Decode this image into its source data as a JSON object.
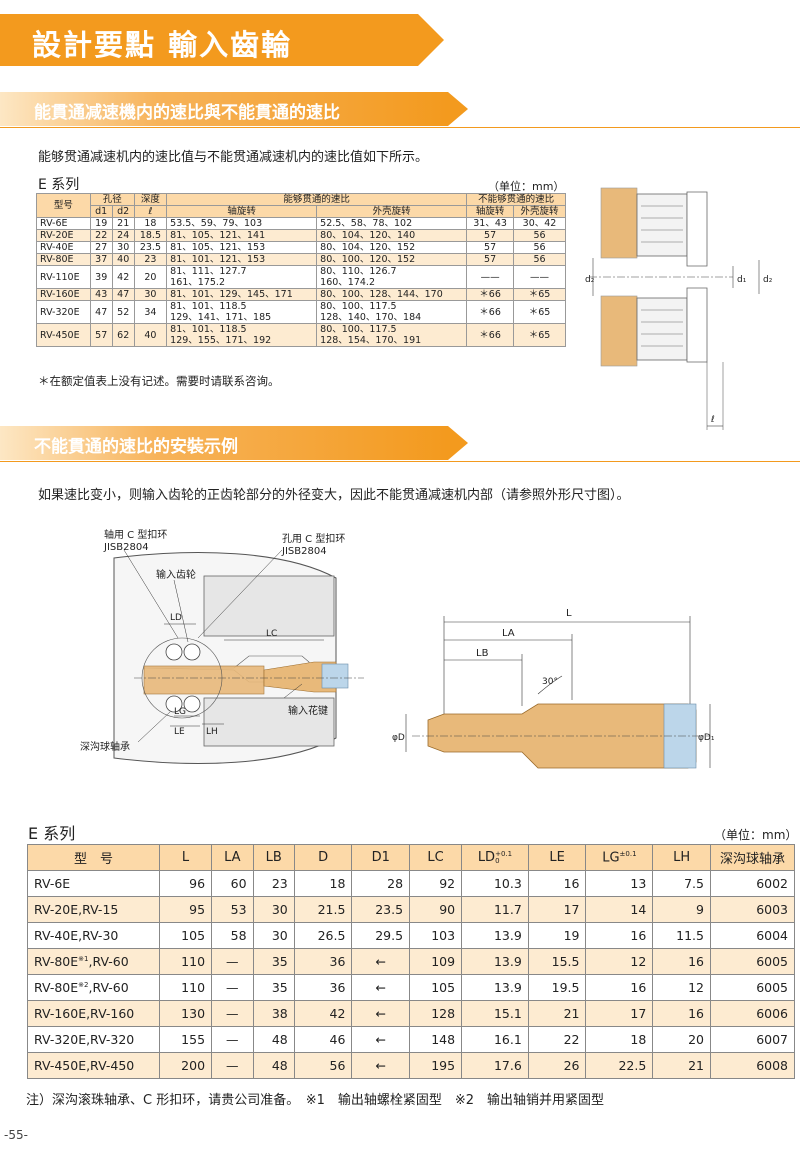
{
  "page": {
    "title": "設計要點 輸入齒輪",
    "page_number": "-55-"
  },
  "section1": {
    "heading": "能貫通减速機内的速比與不能貫通的速比",
    "intro": "能够贯通减速机内的速比值与不能贯通减速机内的速比值如下所示。",
    "series_label": "E 系列",
    "unit": "（单位：mm）",
    "table": {
      "h_model": "型号",
      "h_bore": "孔径",
      "h_depth": "深度",
      "h_through": "能够贯通的速比",
      "h_nonthrough": "不能够贯通的速比",
      "h_d1": "d1",
      "h_d2": "d2",
      "h_l": "ℓ",
      "h_shaft_rot": "轴旋转",
      "h_case_rot": "外壳旋转",
      "h_shaft_rot2": "轴旋转",
      "h_case_rot2": "外壳旋转",
      "rows": [
        {
          "model": "RV-6E",
          "d1": "19",
          "d2": "21",
          "l": "18",
          "t_shaft": "53.5、59、79、103",
          "t_case": "52.5、58、78、102",
          "n_shaft": "31、43",
          "n_case": "30、42"
        },
        {
          "model": "RV-20E",
          "d1": "22",
          "d2": "24",
          "l": "18.5",
          "t_shaft": "81、105、121、141",
          "t_case": "80、104、120、140",
          "n_shaft": "57",
          "n_case": "56"
        },
        {
          "model": "RV-40E",
          "d1": "27",
          "d2": "30",
          "l": "23.5",
          "t_shaft": "81、105、121、153",
          "t_case": "80、104、120、152",
          "n_shaft": "57",
          "n_case": "56"
        },
        {
          "model": "RV-80E",
          "d1": "37",
          "d2": "40",
          "l": "23",
          "t_shaft": "81、101、121、153",
          "t_case": "80、100、120、152",
          "n_shaft": "57",
          "n_case": "56"
        },
        {
          "model": "RV-110E",
          "d1": "39",
          "d2": "42",
          "l": "20",
          "t_shaft": "81、111、127.7",
          "t_shaft2": "161、175.2",
          "t_case": "80、110、126.7",
          "t_case2": "160、174.2",
          "n_shaft": "——",
          "n_case": "——"
        },
        {
          "model": "RV-160E",
          "d1": "43",
          "d2": "47",
          "l": "30",
          "t_shaft": "81、101、129、145、171",
          "t_case": "80、100、128、144、170",
          "n_shaft": "＊66",
          "n_case": "＊65"
        },
        {
          "model": "RV-320E",
          "d1": "47",
          "d2": "52",
          "l": "34",
          "t_shaft": "81、101、118.5",
          "t_shaft2": "129、141、171、185",
          "t_case": "80、100、117.5",
          "t_case2": "128、140、170、184",
          "n_shaft": "＊66",
          "n_case": "＊65"
        },
        {
          "model": "RV-450E",
          "d1": "57",
          "d2": "62",
          "l": "40",
          "t_shaft": "81、101、118.5",
          "t_shaft2": "129、155、171、192",
          "t_case": "80、100、117.5",
          "t_case2": "128、154、170、191",
          "n_shaft": "＊66",
          "n_case": "＊65"
        }
      ]
    },
    "footnote": "＊在额定值表上没有记述。需要时请联系咨询。",
    "diagram_labels": {
      "d2": "d₂",
      "d1": "d₁",
      "d2b": "d₂",
      "l": "ℓ"
    }
  },
  "section2": {
    "heading": "不能貫通的速比的安裝示例",
    "intro": "如果速比变小，则输入齿轮的正齿轮部分的外径变大，因此不能贯通减速机内部（请参照外形尺寸图）。",
    "assembly_labels": {
      "snap_shaft": "轴用 C 型扣环",
      "jis1": "JISB2804",
      "snap_hole": "孔用 C 型扣环",
      "jis2": "JISB2804",
      "input_gear": "输入齿轮",
      "ld": "LD",
      "lc": "LC",
      "lg": "LG",
      "le": "LE",
      "lh": "LH",
      "spline": "输入花键",
      "bearing": "深沟球轴承"
    },
    "gear_labels": {
      "L": "L",
      "LA": "LA",
      "LB": "LB",
      "angle": "30°",
      "D": "φD",
      "D1": "φD₁"
    }
  },
  "section3": {
    "series_label": "E 系列",
    "unit": "（单位：mm）",
    "headers": {
      "model": "型　号",
      "L": "L",
      "LA": "LA",
      "LB": "LB",
      "D": "D",
      "D1": "D1",
      "LC": "LC",
      "LD": "LD",
      "LD_tol_plus": "+0.1",
      "LD_tol_minus": "0",
      "LE": "LE",
      "LG": "LG",
      "LG_tol": "±0.1",
      "LH": "LH",
      "bearing": "深沟球轴承"
    },
    "rows": [
      {
        "model": "RV-6E",
        "mark": "",
        "model2": "",
        "L": "96",
        "LA": "60",
        "LB": "23",
        "D": "18",
        "D1": "28",
        "LC": "92",
        "LD": "10.3",
        "LE": "16",
        "LG": "13",
        "LH": "7.5",
        "bearing": "6002"
      },
      {
        "model": "RV-20E,RV-15",
        "mark": "",
        "model2": "",
        "L": "95",
        "LA": "53",
        "LB": "30",
        "D": "21.5",
        "D1": "23.5",
        "LC": "90",
        "LD": "11.7",
        "LE": "17",
        "LG": "14",
        "LH": "9",
        "bearing": "6003"
      },
      {
        "model": "RV-40E,RV-30",
        "mark": "",
        "model2": "",
        "L": "105",
        "LA": "58",
        "LB": "30",
        "D": "26.5",
        "D1": "29.5",
        "LC": "103",
        "LD": "13.9",
        "LE": "19",
        "LG": "16",
        "LH": "11.5",
        "bearing": "6004"
      },
      {
        "model": "RV-80E",
        "mark": "※1",
        "model2": ",RV-60",
        "L": "110",
        "LA": "—",
        "LB": "35",
        "D": "36",
        "D1": "←",
        "LC": "109",
        "LD": "13.9",
        "LE": "15.5",
        "LG": "12",
        "LH": "16",
        "bearing": "6005"
      },
      {
        "model": "RV-80E",
        "mark": "※2",
        "model2": ",RV-60",
        "L": "110",
        "LA": "—",
        "LB": "35",
        "D": "36",
        "D1": "←",
        "LC": "105",
        "LD": "13.9",
        "LE": "19.5",
        "LG": "16",
        "LH": "12",
        "bearing": "6005"
      },
      {
        "model": "RV-160E,RV-160",
        "mark": "",
        "model2": "",
        "L": "130",
        "LA": "—",
        "LB": "38",
        "D": "42",
        "D1": "←",
        "LC": "128",
        "LD": "15.1",
        "LE": "21",
        "LG": "17",
        "LH": "16",
        "bearing": "6006"
      },
      {
        "model": "RV-320E,RV-320",
        "mark": "",
        "model2": "",
        "L": "155",
        "LA": "—",
        "LB": "48",
        "D": "46",
        "D1": "←",
        "LC": "148",
        "LD": "16.1",
        "LE": "22",
        "LG": "18",
        "LH": "20",
        "bearing": "6007"
      },
      {
        "model": "RV-450E,RV-450",
        "mark": "",
        "model2": "",
        "L": "200",
        "LA": "—",
        "LB": "48",
        "D": "56",
        "D1": "←",
        "LC": "195",
        "LD": "17.6",
        "LE": "26",
        "LG": "22.5",
        "LH": "21",
        "bearing": "6008"
      }
    ],
    "note": "注）深沟滚珠轴承、C 形扣环，请贵公司准备。　※1　输出轴螺栓紧固型　※2　输出轴销并用紧固型"
  },
  "colors": {
    "accent": "#f39a1e",
    "header_bg": "#fcd9a8",
    "row_alt": "#fdebd1",
    "part_fill": "#e8b97a",
    "part_blue": "#bcd6ea"
  }
}
